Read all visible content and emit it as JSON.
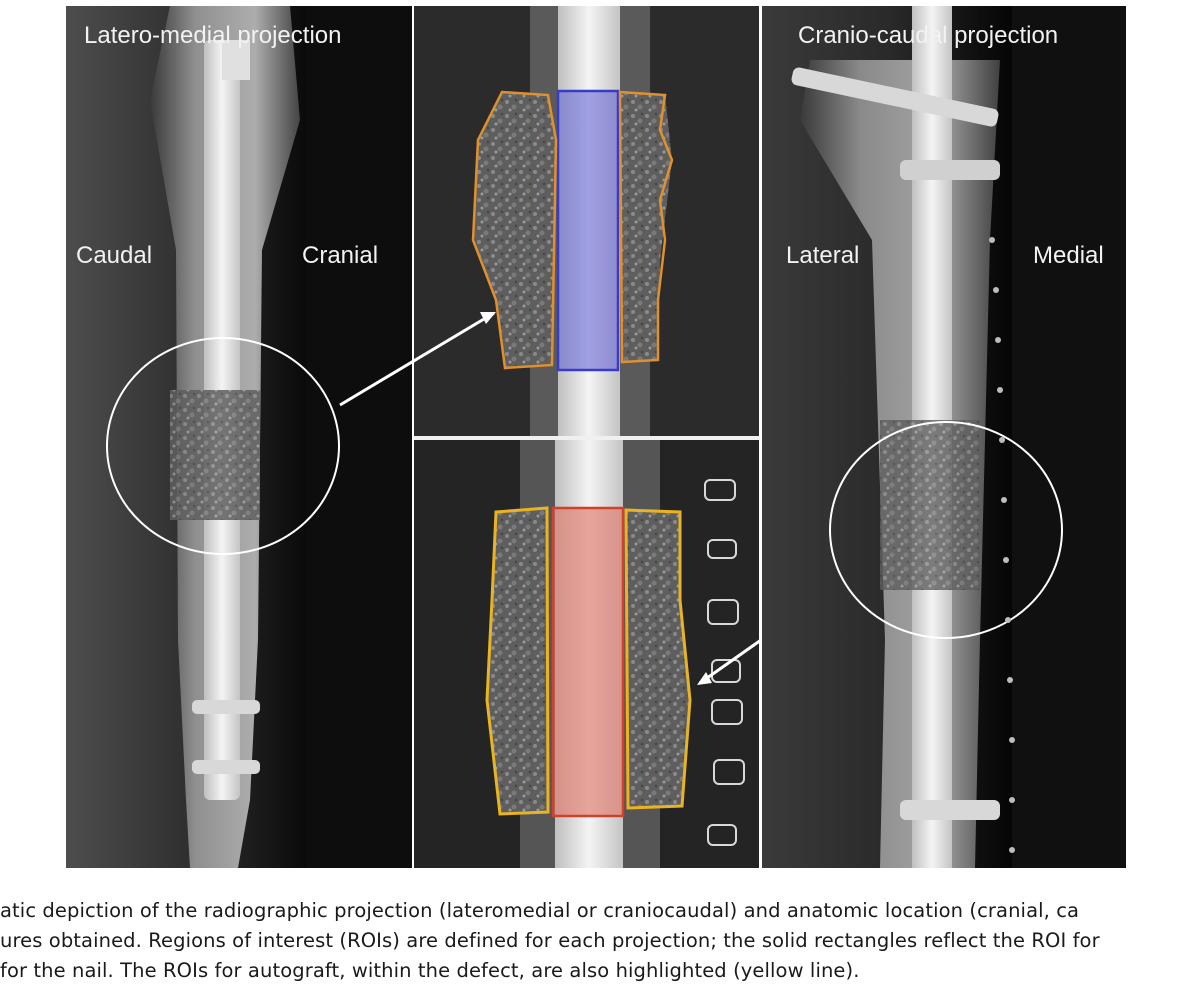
{
  "figure": {
    "left_panel": {
      "title": "Latero-medial projection",
      "left_label": "Caudal",
      "right_label": "Cranial"
    },
    "right_panel": {
      "title": "Cranio-caudal projection",
      "left_label": "Lateral",
      "right_label": "Medial"
    },
    "colors": {
      "background": "#000000",
      "nail_roi_top": "#5b5bd6",
      "nail_roi_bottom": "#e07a6c",
      "autograft_roi_top": "#e0902c",
      "autograft_roi_bottom": "#e8b424",
      "highlight_circle": "#ffffff",
      "arrow": "#ffffff"
    }
  },
  "caption": {
    "line1": "atic depiction of the radiographic projection (lateromedial or craniocaudal) and anatomic location (cranial, ca",
    "line2": "ures obtained. Regions of interest (ROIs) are defined for each projection; the solid rectangles reflect the ROI for",
    "line3": "for the nail. The ROIs for autograft, within the defect, are also highlighted (yellow line)."
  }
}
